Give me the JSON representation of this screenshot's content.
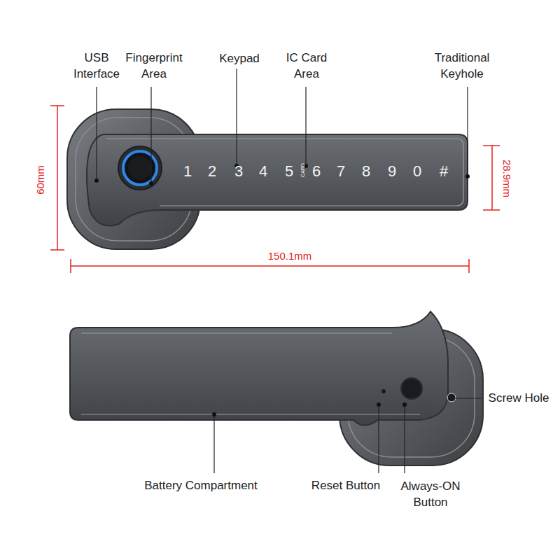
{
  "diagram": {
    "labels": [
      "USB Interface",
      "Fingerprint Area",
      "Keypad",
      "IC Card Area",
      "Traditional Keyhole",
      "60mm",
      "28.9mm",
      "150.1mm",
      "1",
      "2",
      "3",
      "4",
      "5",
      "6",
      "7",
      "8",
      "9",
      "0",
      "#",
      "CARD",
      "Battery Compartment",
      "Reset Button",
      "Always-ON Button",
      "Screw Hole"
    ]
  }
}
